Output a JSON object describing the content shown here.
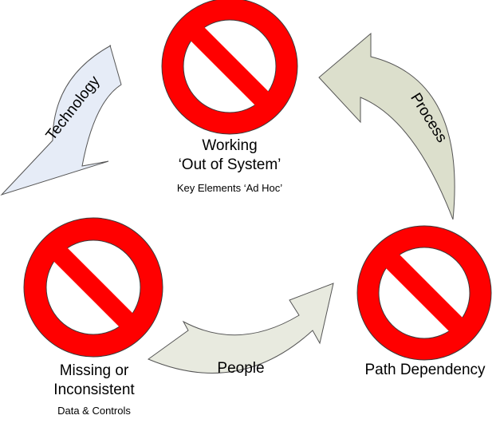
{
  "colors": {
    "prohibit_red": "#ff0000",
    "prohibit_outline": "#3a3a3a",
    "technology_arrow": "#e6ecf7",
    "process_arrow": "#dcdfcc",
    "people_arrow": "#e8eadf",
    "arrow_outline": "#555555"
  },
  "nodes": {
    "top": {
      "icon": "prohibition-icon",
      "title_line1": "Working",
      "title_line2": "‘Out of System’",
      "subtitle": "Key Elements ‘Ad Hoc’"
    },
    "left": {
      "icon": "prohibition-icon",
      "title_line1": "Missing or",
      "title_line2": "Inconsistent",
      "subtitle": "Data & Controls"
    },
    "right": {
      "icon": "prohibition-icon",
      "title_line1": "Path Dependency"
    }
  },
  "arrows": {
    "technology": {
      "label": "Technology"
    },
    "process": {
      "label": "Process"
    },
    "people": {
      "label": "People"
    }
  }
}
